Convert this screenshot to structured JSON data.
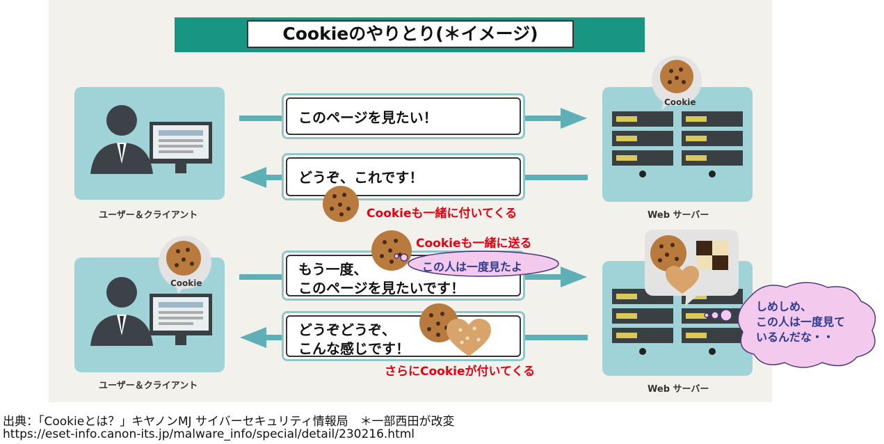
{
  "title": "Cookieのやりとり(＊イメージ)",
  "messages": {
    "request1": "このページを見たい！",
    "response1": "どうぞ、これです！",
    "request2": "もう一度、\nこのページを見たいです！",
    "response2": "どうぞどうぞ、\nこんな感じです！"
  },
  "annotations": {
    "cookie_with_response": "Cookieも一緒に付いてくる",
    "cookie_sent": "Cookieも一緒に送る",
    "more_cookies": "さらにCookieが付いてくる"
  },
  "labels": {
    "client1": "ユーザー＆クライアント",
    "client2": "ユーザー＆クライアント",
    "server1": "Web サーバー",
    "server2": "Web サーバー",
    "cookie_bubble_server": "Cookie",
    "cookie_bubble_client": "Cookie"
  },
  "thoughts": {
    "user_remembered": "この人は一度見たよ",
    "server_thought": "しめしめ、\nこの人は一度見て\nいるんだな・・"
  },
  "source": {
    "line1": "出典：「Cookieとは？」キヤノンMJ サイバーセキュリティ情報局　＊一部西田が改変",
    "line2": "https://eset-info.canon-its.jp/malware_info/special/detail/230216.html"
  },
  "colors": {
    "teal": "#199584",
    "card": "#9fd3d7",
    "arrow": "#5fb0b6",
    "annotation_red": "#e60012",
    "thought_bubble": "#f3c9ee"
  }
}
